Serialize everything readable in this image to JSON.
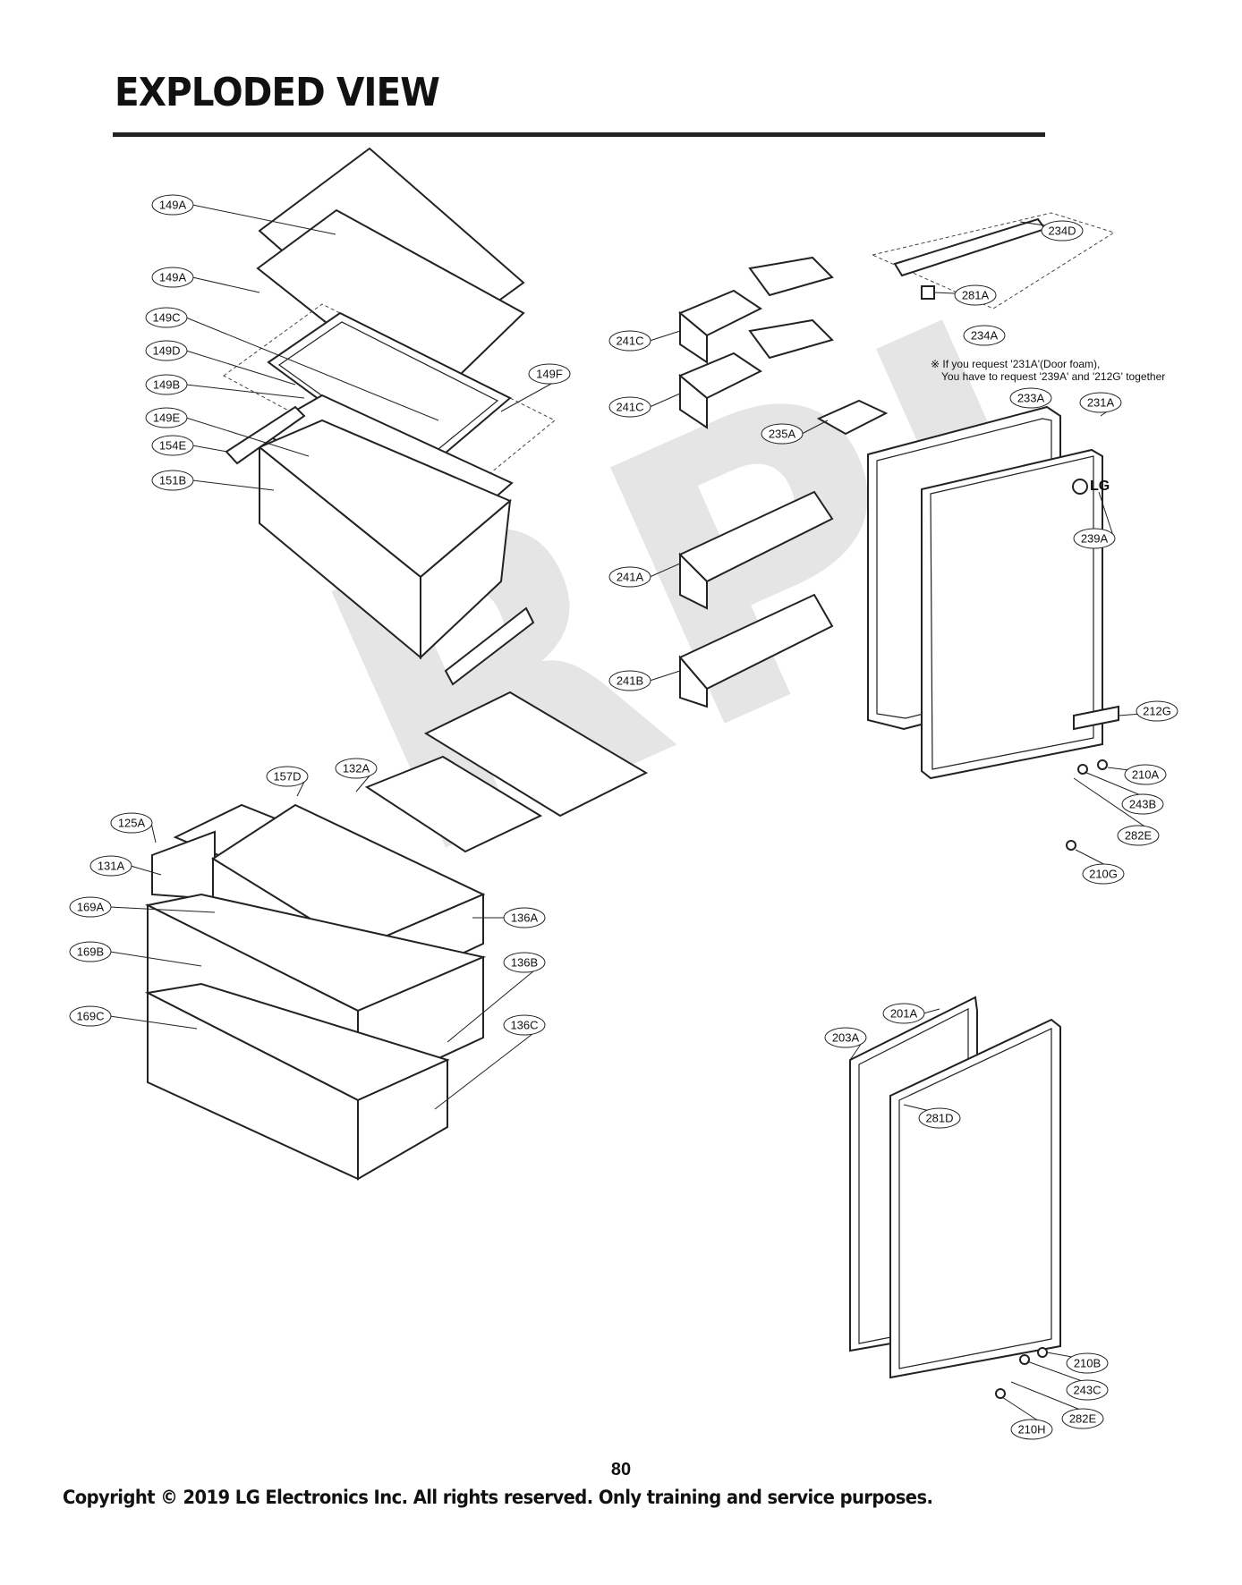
{
  "page": {
    "title": "EXPLODED VIEW",
    "page_number": "80",
    "copyright": "Copyright © 2019 LG Electronics Inc. All rights reserved. Only training and service purposes.",
    "watermark": "RPI"
  },
  "note": {
    "line1": "※ If you request '231A'(Door foam),",
    "line2": "You have to request '239A' and '212G' together"
  },
  "door_logo": "LG",
  "callouts": [
    "149A",
    "149A",
    "149C",
    "149D",
    "149B",
    "149E",
    "154E",
    "151B",
    "149F",
    "241C",
    "241C",
    "235A",
    "234D",
    "281A",
    "234A",
    "233A",
    "231A",
    "239A",
    "241A",
    "241B",
    "212G",
    "210A",
    "243B",
    "282E",
    "210G",
    "157D",
    "132A",
    "125A",
    "131A",
    "169A",
    "169B",
    "169C",
    "136A",
    "136B",
    "136C",
    "201A",
    "203A",
    "281D",
    "210B",
    "243C",
    "282E",
    "210H"
  ]
}
